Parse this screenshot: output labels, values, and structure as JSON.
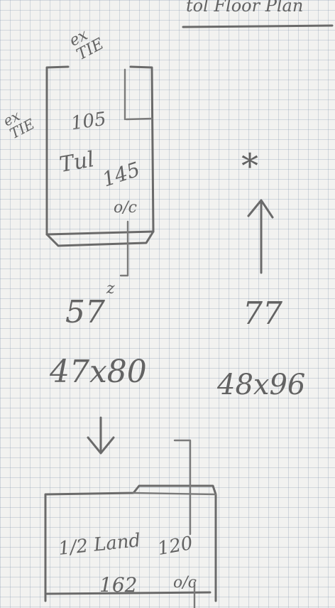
{
  "heading": "tol Floor Plan",
  "door1": {
    "upper_label": "ex TIE",
    "lower_label": "ex TIE",
    "height_mark": "105",
    "panel_label": "Tul",
    "height": "145",
    "side": "o/c",
    "number": "57",
    "superscript": "z",
    "size": "47x80"
  },
  "door2": {
    "marker": "*",
    "number": "77",
    "size": "48x96"
  },
  "door3": {
    "panel_label": "1/2 Land",
    "height": "120",
    "width": "162",
    "side": "o/c"
  }
}
